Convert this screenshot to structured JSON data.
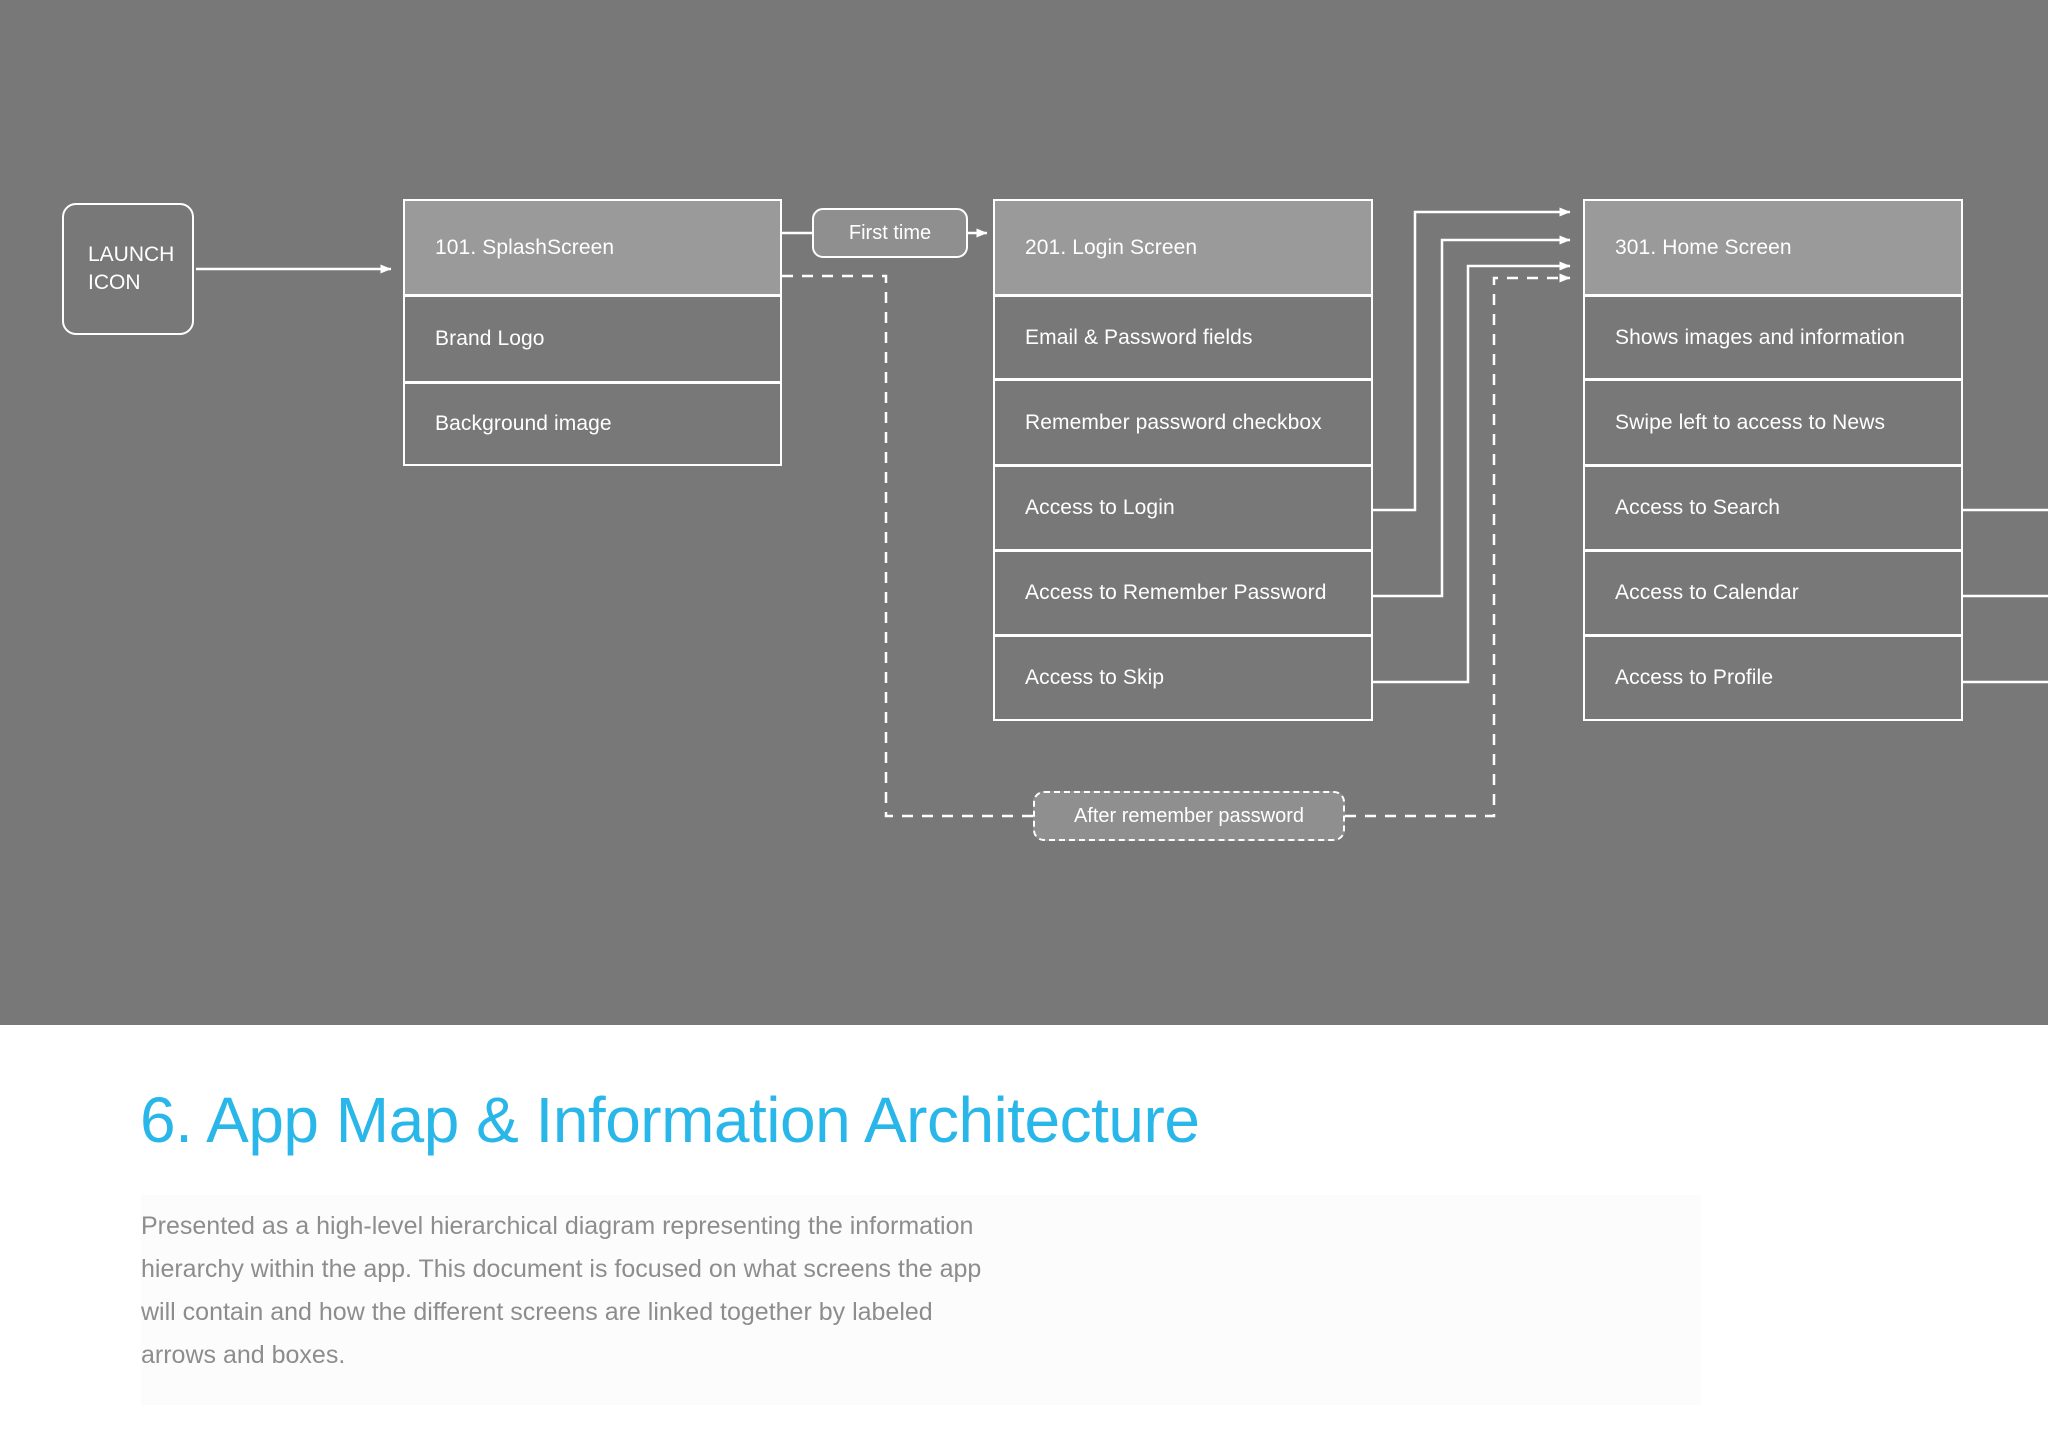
{
  "diagram": {
    "background_color": "#787878",
    "line_color": "#ffffff",
    "header_row_color": "#9a9a9a",
    "launch": {
      "line1": "LAUNCH",
      "line2": "ICON"
    },
    "labels": {
      "first_time": "First time",
      "after_remember_password": "After  remember password"
    },
    "screens": [
      {
        "id": "splash",
        "title": "101. SplashScreen",
        "rows": [
          "Brand Logo",
          "Background image"
        ]
      },
      {
        "id": "login",
        "title": "201. Login Screen",
        "rows": [
          "Email & Password fields",
          "Remember password checkbox",
          "Access to Login",
          "Access to Remember Password",
          "Access to Skip"
        ]
      },
      {
        "id": "home",
        "title": "301. Home Screen",
        "rows": [
          "Shows images and information",
          "Swipe left to access to News",
          "Access to Search",
          "Access to Calendar",
          "Access to Profile"
        ]
      }
    ]
  },
  "bottom": {
    "title": "6. App Map & Information Architecture",
    "title_color": "#29b6e8",
    "paragraph": "Presented as a high-level hierarchical diagram representing the information hierarchy within the app. This document is focused on what screens the app will contain and how the different screens are linked together by labeled arrows and boxes."
  }
}
